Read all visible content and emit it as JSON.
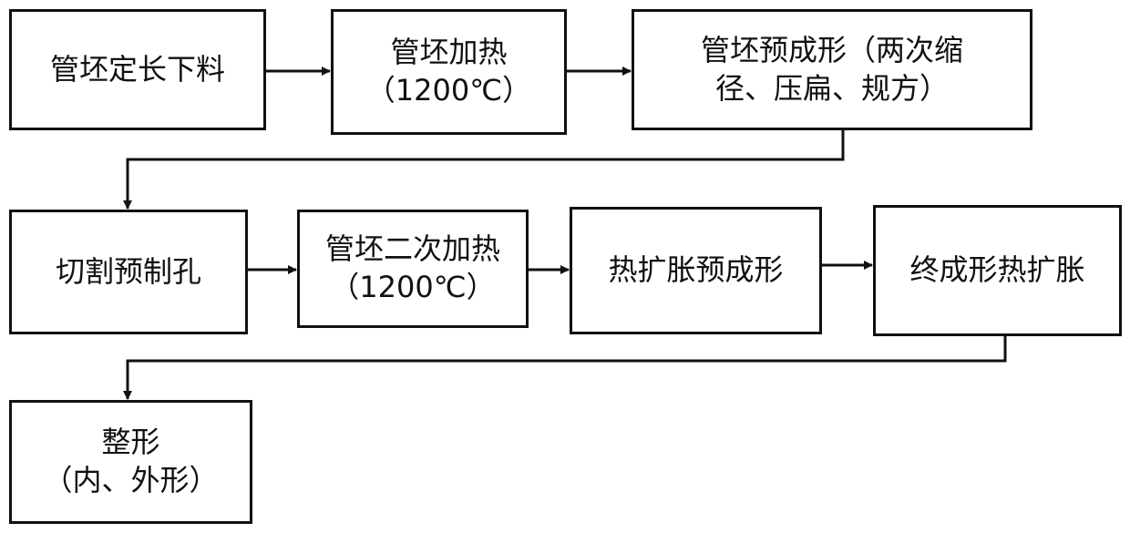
{
  "steps": {
    "s1": {
      "label": "管坯定长下料"
    },
    "s2": {
      "line1": "管坯加热",
      "line2": "（1200℃）"
    },
    "s3": {
      "line1": "管坯预成形（两次缩",
      "line2": "径、压扁、规方）"
    },
    "s4": {
      "label": "切割预制孔"
    },
    "s5": {
      "line1": "管坯二次加热",
      "line2": "（1200℃）"
    },
    "s6": {
      "label": "热扩胀预成形"
    },
    "s7": {
      "label": "终成形热扩胀"
    },
    "s8": {
      "line1": "整形",
      "line2": "（内、外形）"
    }
  },
  "colors": {
    "stroke": "#111111",
    "background": "#ffffff"
  }
}
